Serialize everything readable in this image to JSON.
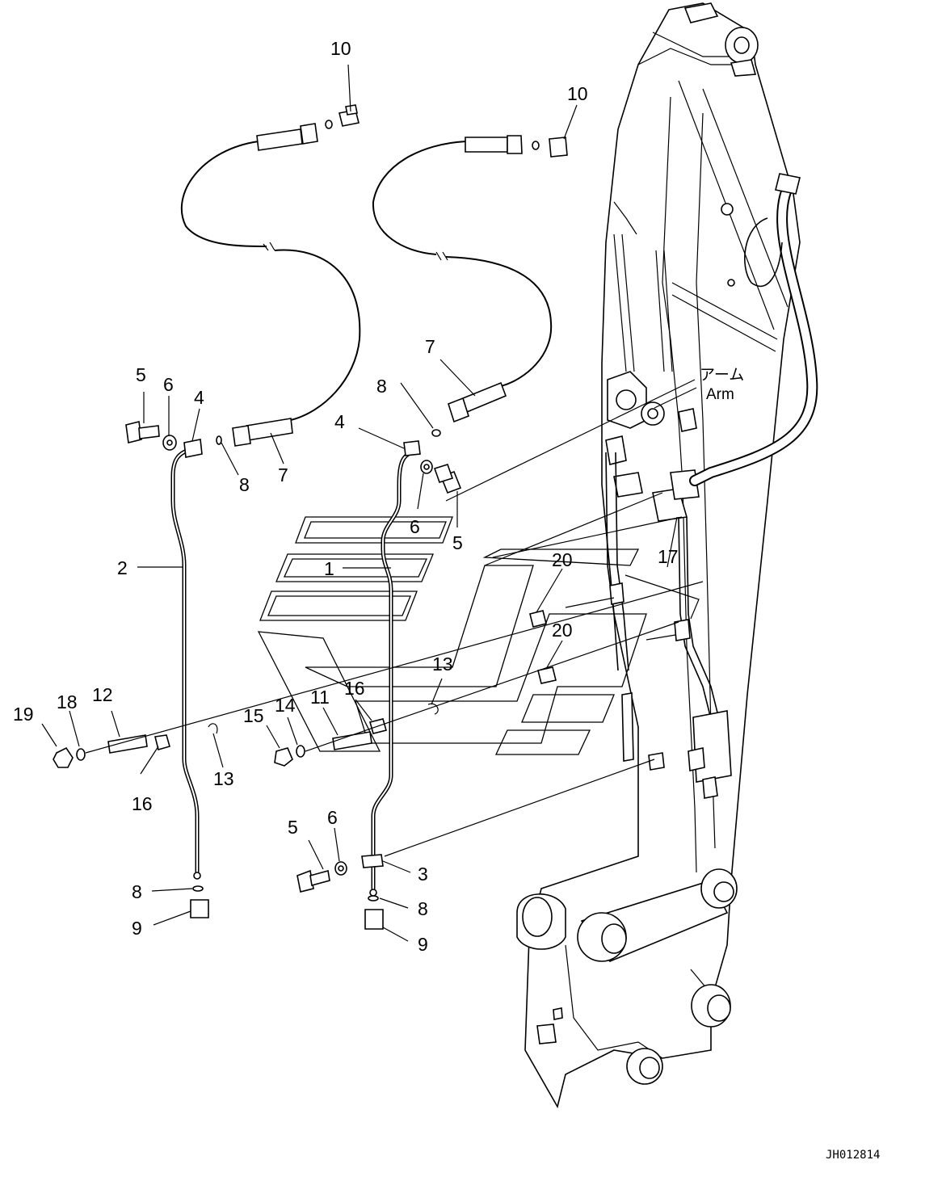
{
  "drawing": {
    "code": "JH012814",
    "arm_label_jp": "アーム",
    "arm_label_en": "Arm"
  },
  "callouts": [
    {
      "id": "c10a",
      "text": "10"
    },
    {
      "id": "c10b",
      "text": "10"
    },
    {
      "id": "c7a",
      "text": "7"
    },
    {
      "id": "c7b",
      "text": "7"
    },
    {
      "id": "c8a",
      "text": "8"
    },
    {
      "id": "c8b",
      "text": "8"
    },
    {
      "id": "c5a",
      "text": "5"
    },
    {
      "id": "c6a",
      "text": "6"
    },
    {
      "id": "c4a",
      "text": "4"
    },
    {
      "id": "c4b",
      "text": "4"
    },
    {
      "id": "c6b",
      "text": "6"
    },
    {
      "id": "c5b",
      "text": "5"
    },
    {
      "id": "c2",
      "text": "2"
    },
    {
      "id": "c1",
      "text": "1"
    },
    {
      "id": "c20a",
      "text": "20"
    },
    {
      "id": "c17",
      "text": "17"
    },
    {
      "id": "c20b",
      "text": "20"
    },
    {
      "id": "c13a",
      "text": "13"
    },
    {
      "id": "c16a",
      "text": "16"
    },
    {
      "id": "c19",
      "text": "19"
    },
    {
      "id": "c18",
      "text": "18"
    },
    {
      "id": "c12",
      "text": "12"
    },
    {
      "id": "c15",
      "text": "15"
    },
    {
      "id": "c14",
      "text": "14"
    },
    {
      "id": "c11",
      "text": "11"
    },
    {
      "id": "c13b",
      "text": "13"
    },
    {
      "id": "c16b",
      "text": "16"
    },
    {
      "id": "c5c",
      "text": "5"
    },
    {
      "id": "c6c",
      "text": "6"
    },
    {
      "id": "c3",
      "text": "3"
    },
    {
      "id": "c8c",
      "text": "8"
    },
    {
      "id": "c8d",
      "text": "8"
    },
    {
      "id": "c9a",
      "text": "9"
    },
    {
      "id": "c9b",
      "text": "9"
    }
  ]
}
